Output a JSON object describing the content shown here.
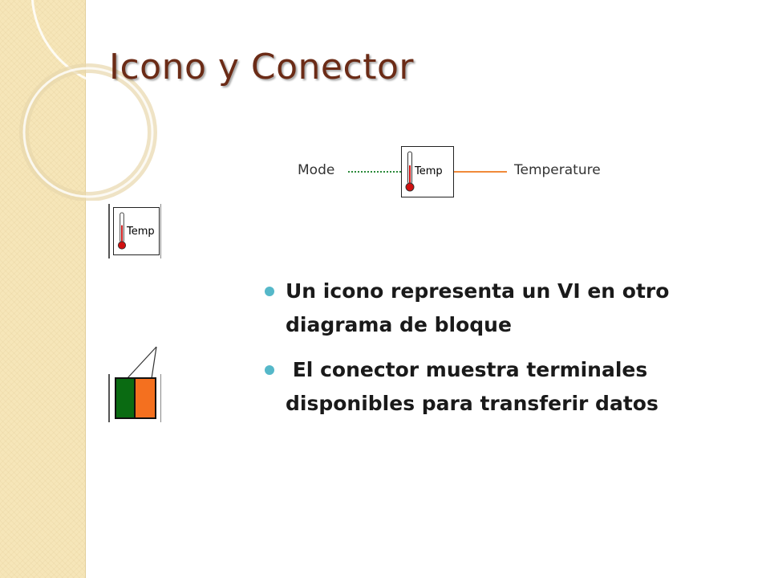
{
  "slide": {
    "title": "Icono y Conector"
  },
  "block_diagram": {
    "input_label": "Mode",
    "icon_label": "Temp",
    "output_label": "Temperature",
    "input_wire_color": "#2a8a3a",
    "output_wire_color": "#f08a3a"
  },
  "icon_example": {
    "label": "Temp"
  },
  "connector": {
    "left_terminal_color": "#0a6b12",
    "right_terminal_color": "#f4701f"
  },
  "bullets": [
    {
      "text": "Un icono representa un VI en otro diagrama de bloque"
    },
    {
      "text": " El conector muestra terminales disponibles para transferir datos"
    }
  ],
  "colors": {
    "title": "#6b2b16",
    "bullet": "#55b8c9",
    "side_strip": "#f6e6b9"
  }
}
